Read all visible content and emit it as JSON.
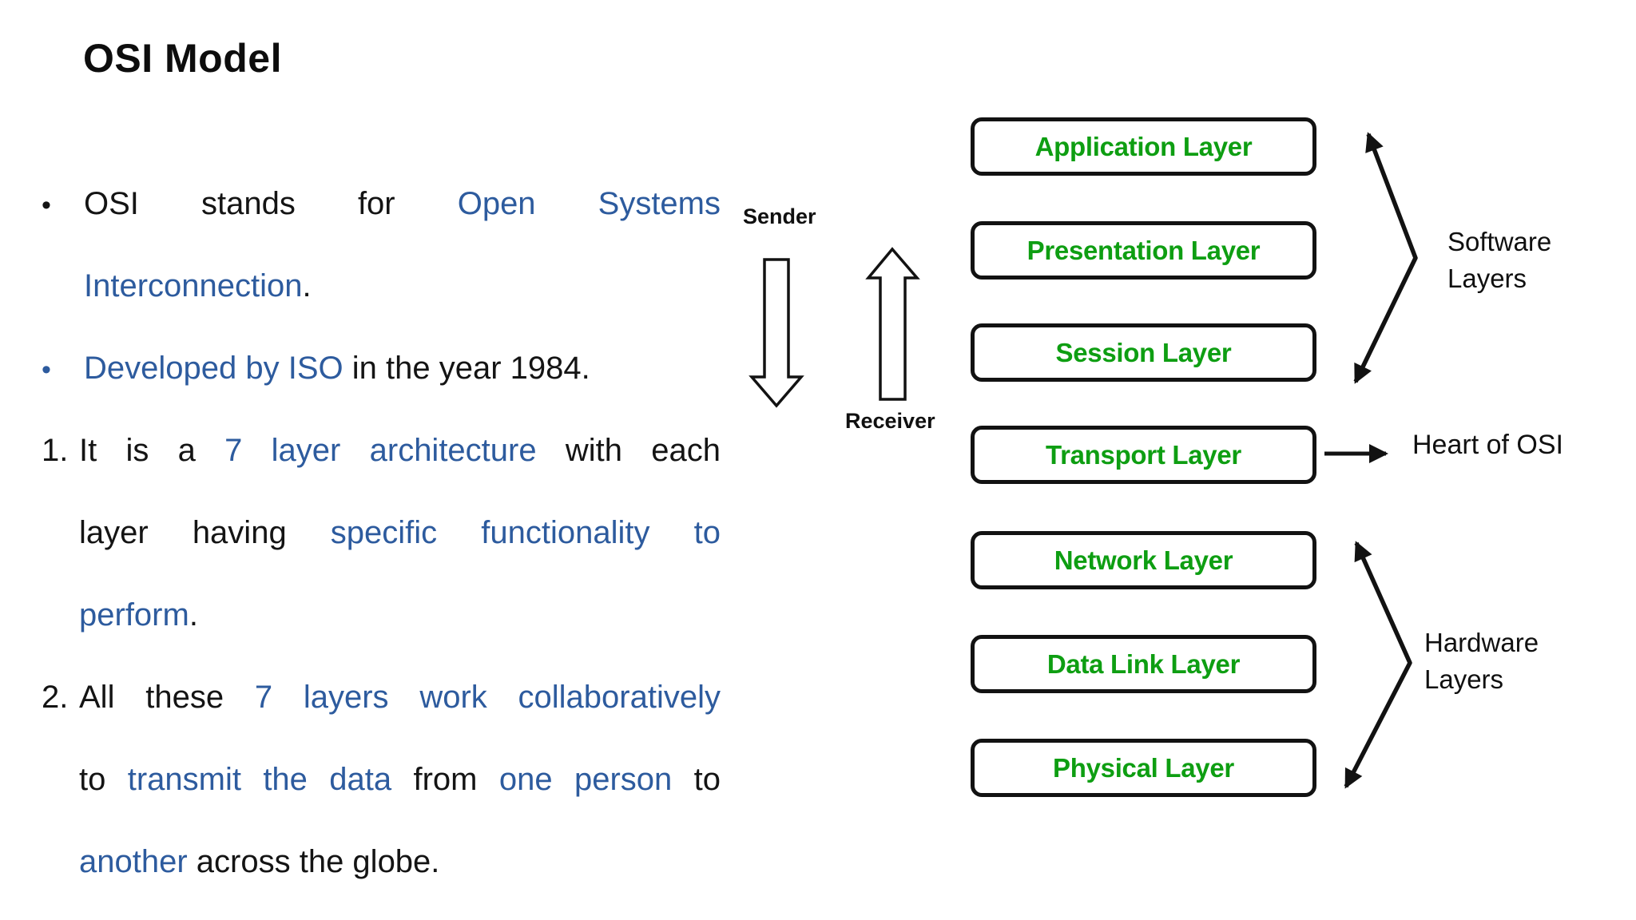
{
  "page": {
    "title": "OSI Model"
  },
  "colors": {
    "text_blue": "#2d5b9e",
    "layer_green": "#0e9e12",
    "ink": "#141414"
  },
  "body": {
    "lines": [
      {
        "marker": "•",
        "marker_color": "ink",
        "indent": "bullet",
        "justify": true,
        "segments": [
          [
            "OSI ",
            "k"
          ],
          [
            "stands ",
            "k"
          ],
          [
            "for ",
            "k"
          ],
          [
            "Open Systems",
            "b"
          ]
        ]
      },
      {
        "marker": "",
        "indent": "bullet",
        "justify": false,
        "segments": [
          [
            "Interconnection",
            "b"
          ],
          [
            ".",
            "k"
          ]
        ]
      },
      {
        "marker": "•",
        "marker_color": "blue",
        "indent": "bullet",
        "justify": false,
        "segments": [
          [
            "Developed by ISO",
            "b"
          ],
          [
            " in the year 1984.",
            "k"
          ]
        ]
      },
      {
        "marker": "1.",
        "marker_color": "ink",
        "indent": "num",
        "justify": true,
        "segments": [
          [
            "It is a ",
            "k"
          ],
          [
            "7 layer architecture",
            "b"
          ],
          [
            " with each",
            "k"
          ]
        ]
      },
      {
        "marker": "",
        "indent": "num",
        "justify": true,
        "segments": [
          [
            "layer having ",
            "k"
          ],
          [
            "specific functionality to",
            "b"
          ]
        ]
      },
      {
        "marker": "",
        "indent": "num",
        "justify": false,
        "segments": [
          [
            "perform",
            "b"
          ],
          [
            ".",
            "k"
          ]
        ]
      },
      {
        "marker": "2.",
        "marker_color": "ink",
        "indent": "num",
        "justify": true,
        "segments": [
          [
            "All these ",
            "k"
          ],
          [
            "7 layers work collaboratively",
            "b"
          ]
        ]
      },
      {
        "marker": "",
        "indent": "num",
        "justify": true,
        "segments": [
          [
            "to ",
            "k"
          ],
          [
            "transmit the data",
            "b"
          ],
          [
            " from ",
            "k"
          ],
          [
            "one person",
            "b"
          ],
          [
            " to",
            "k"
          ]
        ]
      },
      {
        "marker": "",
        "indent": "num",
        "justify": false,
        "segments": [
          [
            "another",
            "b"
          ],
          [
            " across the globe.",
            "k"
          ]
        ]
      }
    ]
  },
  "diagram": {
    "sender_label": "Sender",
    "receiver_label": "Receiver",
    "layers": [
      "Application Layer",
      "Presentation Layer",
      "Session Layer",
      "Transport Layer",
      "Network Layer",
      "Data Link Layer",
      "Physical Layer"
    ],
    "annotations": {
      "software": [
        "Software",
        "Layers"
      ],
      "hardware": [
        "Hardware",
        "Layers"
      ],
      "heart": "Heart of OSI"
    }
  }
}
